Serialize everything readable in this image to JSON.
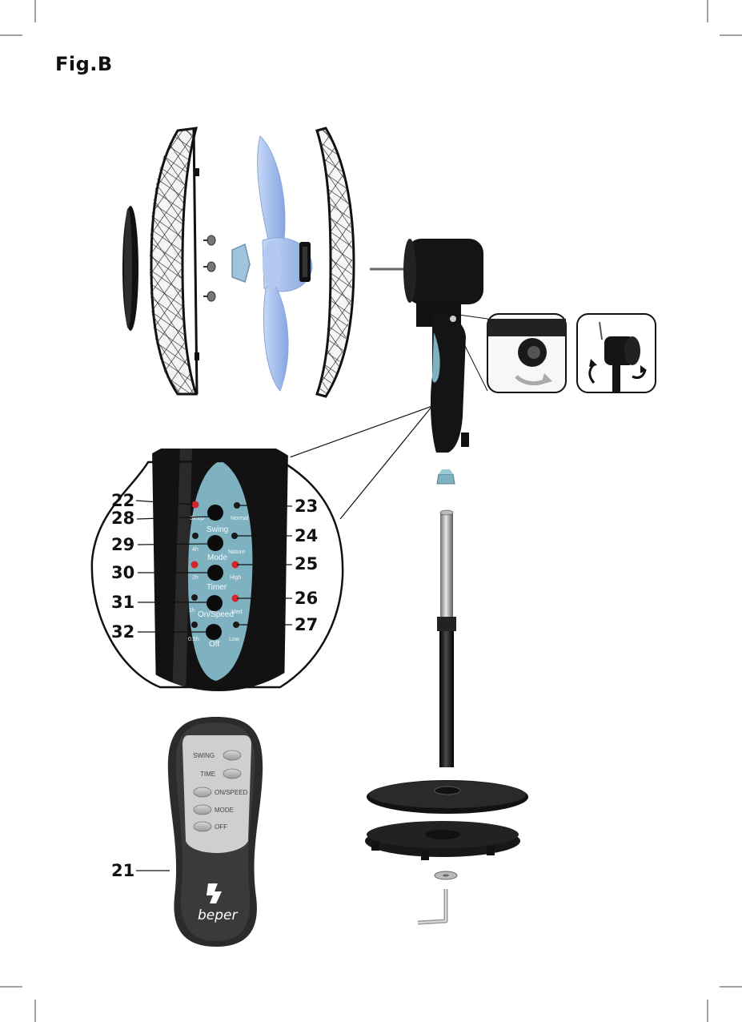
{
  "figure": {
    "title": "Fig.B"
  },
  "callouts": {
    "c21": "21",
    "c22": "22",
    "c23": "23",
    "c24": "24",
    "c25": "25",
    "c26": "26",
    "c27": "27",
    "c28": "28",
    "c29": "29",
    "c30": "30",
    "c31": "31",
    "c32": "32"
  },
  "control_panel": {
    "sleep": "Sleep",
    "normal": "Normal",
    "swing": "Swing",
    "h4": "4h",
    "nature": "Nature",
    "mode": "Mode",
    "h2": "2h",
    "high": "High",
    "timer": "Timer",
    "h1": "1h",
    "on_speed": "On/Speed",
    "med": "Med",
    "h05": "0.5h",
    "low": "Low",
    "off": "Off"
  },
  "remote": {
    "swing": "SWING",
    "time": "TIME",
    "on_speed": "ON/SPEED",
    "mode": "MODE",
    "off": "OFF",
    "brand": "beper"
  },
  "colors": {
    "panel": "#7fb2c0",
    "indicator_red": "#d3252a",
    "indicator_dark": "#1a1a1a",
    "blade": "#aac4ef",
    "body": "#141414"
  }
}
